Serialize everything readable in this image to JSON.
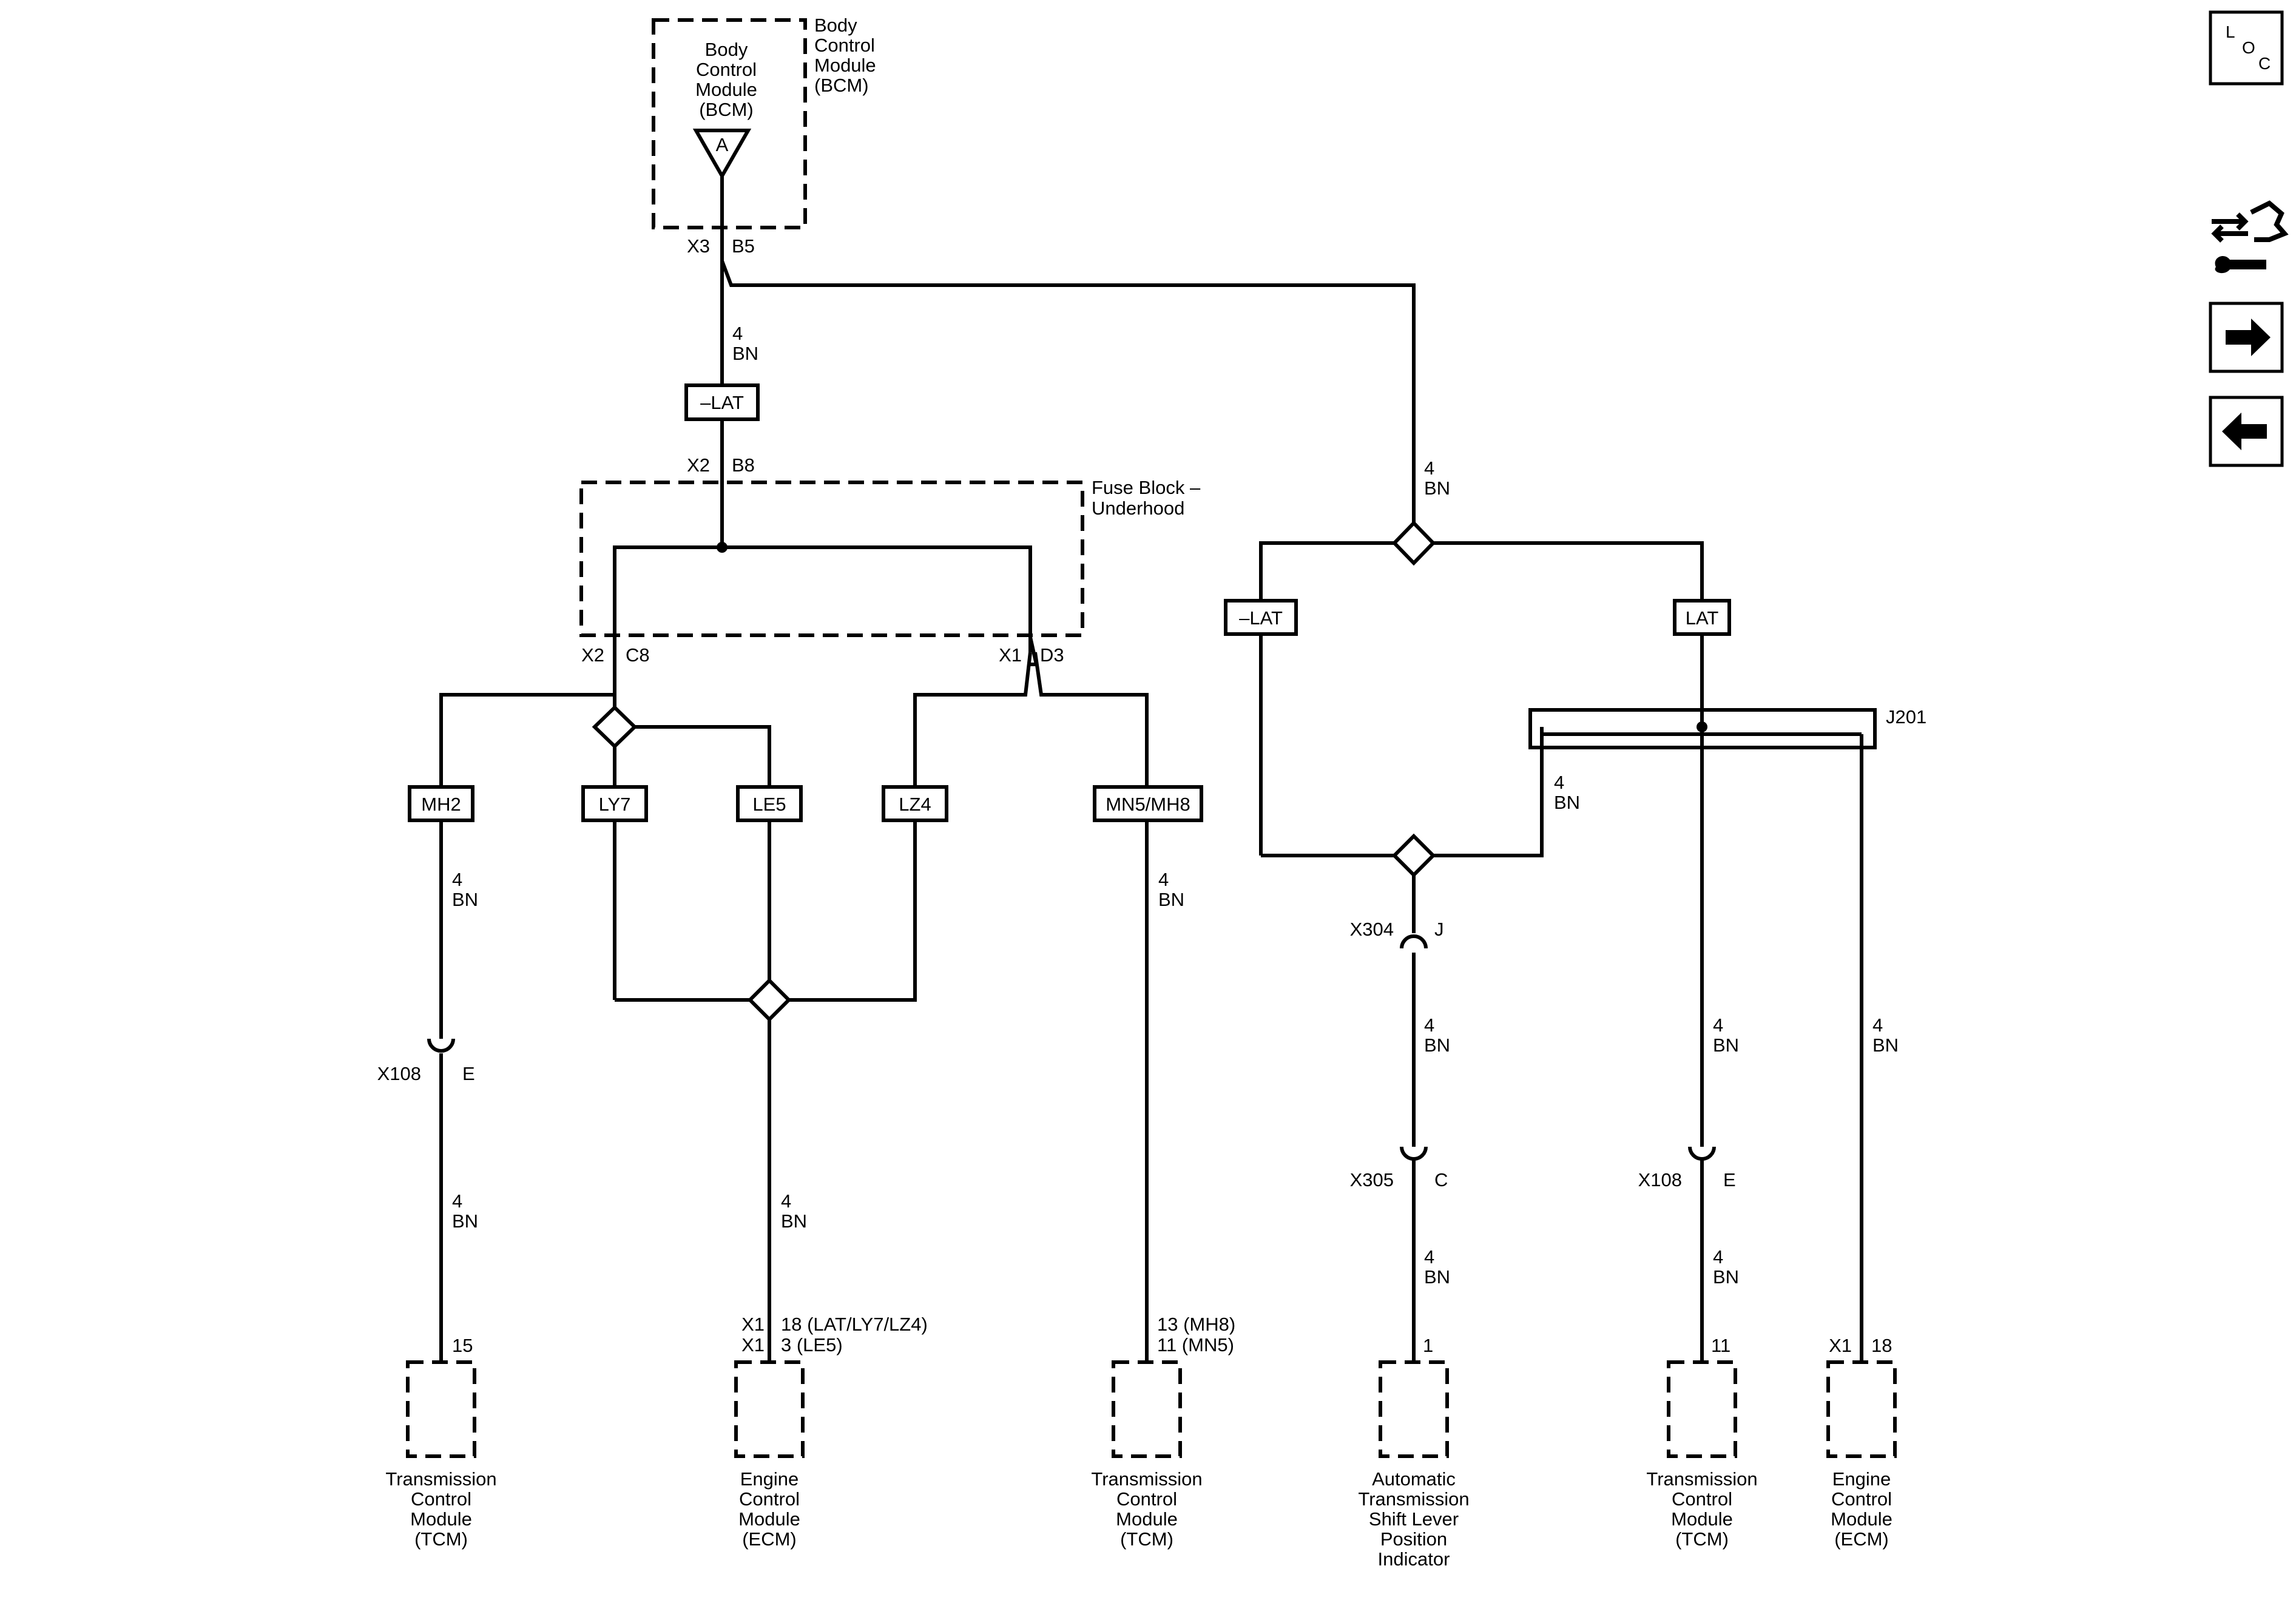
{
  "bcm": {
    "inner_label": [
      "Body",
      "Control",
      "Module",
      "(BCM)"
    ],
    "outer_label": [
      "Body",
      "Control",
      "Module",
      "(BCM)"
    ],
    "pin_letter": "A",
    "connector": "X3",
    "pin": "B5"
  },
  "wire_spec": [
    "4",
    "BN"
  ],
  "fuse_block": {
    "label": [
      "Fuse Block –",
      "Underhood"
    ],
    "in_connector": "X2",
    "in_pin": "B8",
    "left_connector": "X2",
    "left_pin": "C8",
    "right_connector": "X1",
    "right_pin": "D3"
  },
  "options": {
    "minus_lat_top": "–LAT",
    "mh2": "MH2",
    "ly7": "LY7",
    "le5": "LE5",
    "lz4": "LZ4",
    "mn5_mh8": "MN5/MH8",
    "minus_lat_right": "–LAT",
    "lat": "LAT"
  },
  "splice": "J201",
  "connectors": {
    "x108_left": {
      "name": "X108",
      "pin": "E"
    },
    "x304": {
      "name": "X304",
      "pin": "J"
    },
    "x305": {
      "name": "X305",
      "pin": "C"
    },
    "x108_right": {
      "name": "X108",
      "pin": "E"
    }
  },
  "terminals": {
    "tcm_left_pin": "15",
    "ecm_left_line1": "18 (LAT/LY7/LZ4)",
    "ecm_left_line2": "3 (LE5)",
    "ecm_left_conn1": "X1",
    "ecm_left_conn2": "X1",
    "tcm_mid_line1": "13 (MH8)",
    "tcm_mid_line2": "11 (MN5)",
    "shift_pin": "1",
    "tcm_right_pin": "11",
    "ecm_right_conn": "X1",
    "ecm_right_pin": "18"
  },
  "components": {
    "tcm_left": [
      "Transmission",
      "Control",
      "Module",
      "(TCM)"
    ],
    "ecm_left": [
      "Engine",
      "Control",
      "Module",
      "(ECM)"
    ],
    "tcm_mid": [
      "Transmission",
      "Control",
      "Module",
      "(TCM)"
    ],
    "shift_indicator": [
      "Automatic",
      "Transmission",
      "Shift Lever",
      "Position",
      "Indicator"
    ],
    "tcm_right": [
      "Transmission",
      "Control",
      "Module",
      "(TCM)"
    ],
    "ecm_right": [
      "Engine",
      "Control",
      "Module",
      "(ECM)"
    ]
  },
  "sidebar": {
    "loc_letters": [
      "L",
      "O",
      "C"
    ],
    "icons": [
      "connector-wrench-icon",
      "arrow-right-icon",
      "arrow-left-icon"
    ]
  }
}
